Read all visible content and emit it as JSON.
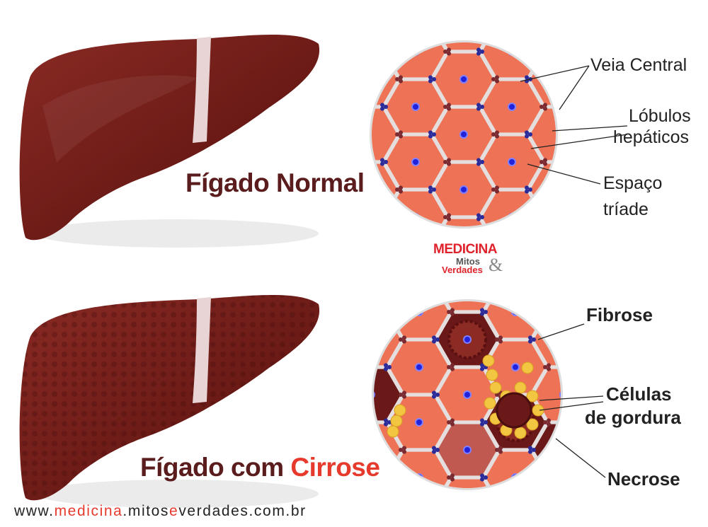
{
  "titles": {
    "normal": "Fígado Normal",
    "cirrhosis_prefix": "Fígado com ",
    "cirrhosis_word": "Cirrose"
  },
  "labels_normal": {
    "veia_central": "Veia Central",
    "lobulos_1": "Lóbulos",
    "lobulos_2": "hepáticos",
    "espaco_1": "Espaço",
    "espaco_2": "tríade"
  },
  "labels_cirrhosis": {
    "fibrose": "Fibrose",
    "celulas_1": "Células",
    "celulas_2": "de gordura",
    "necrose": "Necrose"
  },
  "logo": {
    "medicina": "MEDICINA",
    "mitos": "Mitos",
    "verdades": "Verdades",
    "amp": "&"
  },
  "footer": {
    "prefix": "www.",
    "medicina": "medicina",
    "mid": ".mitos",
    "e": "e",
    "suffix": "verdades.com.br"
  },
  "colors": {
    "liver": "#6a1a16",
    "cell": "#ee7356",
    "nucleus": "#2222dd",
    "accent_red": "#e53a2c",
    "fat": "#f2c640"
  }
}
